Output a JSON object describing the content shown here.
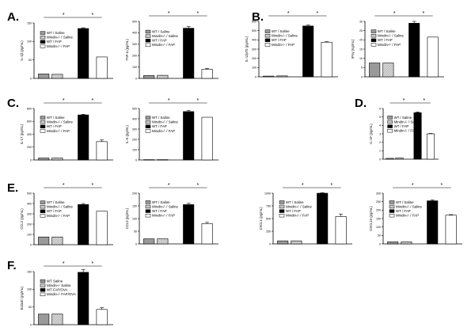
{
  "panel_labels": [
    "A.",
    "B.",
    "C.",
    "D.",
    "E.",
    "F."
  ],
  "significance_mark": "*",
  "colors": {
    "wt_saline": "#9a9a9a",
    "mindin_saline": "#d6d6d6",
    "wt_fap": "#000000",
    "mindin_fap": "#ffffff",
    "axis": "#000000"
  },
  "chart_data": [
    {
      "type": "bar",
      "panel": "A.",
      "ylabel": "IL-1β (pg/mL)",
      "ylim": [
        0,
        150
      ],
      "yticks": [
        0,
        50,
        100,
        150
      ],
      "legend": [
        "WT / Saline",
        "Mindin-/- / Saline",
        "WT / FAP",
        "Mindin-/- / FAP"
      ],
      "values": [
        12,
        11,
        135,
        58
      ],
      "errors": [
        0,
        0,
        2,
        0
      ],
      "comparisons": [
        [
          0,
          2
        ],
        [
          2,
          3
        ]
      ]
    },
    {
      "type": "bar",
      "panel": "A.",
      "ylabel": "TNF-α (pg/mL)",
      "ylim": [
        0,
        500
      ],
      "yticks": [
        0,
        100,
        200,
        300,
        400,
        500
      ],
      "legend": [
        "WT / Saline",
        "Mindin-/- / Saline",
        "WT / FAP",
        "Mindin-/- / FAP"
      ],
      "values": [
        25,
        27,
        440,
        80
      ],
      "errors": [
        0,
        0,
        15,
        8
      ],
      "comparisons": [
        [
          0,
          2
        ],
        [
          2,
          3
        ]
      ]
    },
    {
      "type": "bar",
      "panel": "B.",
      "ylabel": "IL-12p70 (pg/mL)",
      "ylim": [
        0,
        600
      ],
      "yticks": [
        0,
        100,
        200,
        300,
        400,
        500,
        600
      ],
      "legend": [
        "WT / Saline",
        "Mindin-/- / Saline",
        "WT / FAP",
        "Mindin-/- / FAP"
      ],
      "values": [
        8,
        10,
        550,
        375
      ],
      "errors": [
        0,
        0,
        10,
        5
      ],
      "comparisons": [
        [
          0,
          2
        ],
        [
          2,
          3
        ]
      ]
    },
    {
      "type": "bar",
      "panel": "B.",
      "ylabel": "IFNγ (ng/mL)",
      "ylim": [
        0,
        30
      ],
      "yticks": [
        0,
        5,
        10,
        15,
        20,
        25,
        30
      ],
      "legend": [
        "WT / Saline",
        "Mindin-/- / Saline",
        "WT / FAP",
        "Mindin-/- / FAP"
      ],
      "values": [
        7.5,
        7.5,
        29,
        21.5
      ],
      "errors": [
        0,
        0,
        1,
        0
      ],
      "comparisons": [
        [
          0,
          2
        ],
        [
          2,
          3
        ]
      ]
    },
    {
      "type": "bar",
      "panel": "C.",
      "ylabel": "IL-17 (pg/mL)",
      "ylim": [
        0,
        800
      ],
      "yticks": [
        0,
        200,
        400,
        600,
        800
      ],
      "legend": [
        "WT / Saline",
        "Mindin-/- / Saline",
        "WT / FAP",
        "Mindin-/- / FAP"
      ],
      "values": [
        30,
        30,
        700,
        285
      ],
      "errors": [
        0,
        0,
        10,
        25
      ],
      "comparisons": [
        [
          0,
          2
        ],
        [
          2,
          3
        ]
      ]
    },
    {
      "type": "bar",
      "panel": "C.",
      "ylabel": "IL-6 (pg/mL)",
      "ylim": [
        0,
        500
      ],
      "yticks": [
        0,
        100,
        200,
        300,
        400,
        500
      ],
      "legend": [
        "WT / Saline",
        "Mindin-/- / Saline",
        "WT / FAP",
        "Mindin-/- / FAP"
      ],
      "values": [
        3,
        3,
        470,
        415
      ],
      "errors": [
        0,
        0,
        10,
        0
      ],
      "comparisons": [
        [
          0,
          2
        ],
        [
          2,
          3
        ]
      ]
    },
    {
      "type": "bar",
      "panel": "D.",
      "ylabel": "IL-1F (pg/mL)",
      "ylim": [
        0,
        6
      ],
      "yticks": [
        0,
        1,
        2,
        3,
        4,
        5,
        6
      ],
      "legend": [
        "WT / Saline",
        "Mindin-/- / Saline",
        "WT / FAP",
        "Mindin-/- / FAP"
      ],
      "values": [
        0.1,
        0.15,
        5.5,
        3.0
      ],
      "errors": [
        0,
        0,
        0.1,
        0.05
      ],
      "comparisons": [
        [
          0,
          2
        ],
        [
          2,
          3
        ]
      ]
    },
    {
      "type": "bar",
      "panel": "E.",
      "ylabel": "CCL2 (pg/mL)",
      "ylim": [
        0,
        500
      ],
      "yticks": [
        0,
        100,
        200,
        300,
        400,
        500
      ],
      "legend": [
        "WT / Saline",
        "Mindin-/- / Saline",
        "WT / FAP",
        "Mindin-/- / FAP"
      ],
      "values": [
        75,
        75,
        390,
        325
      ],
      "errors": [
        0,
        0,
        10,
        0
      ],
      "comparisons": [
        [
          0,
          2
        ],
        [
          2,
          3
        ]
      ]
    },
    {
      "type": "bar",
      "panel": "E.",
      "ylabel": "CCL3 (pg/mL)",
      "ylim": [
        0,
        200
      ],
      "yticks": [
        0,
        50,
        100,
        150,
        200
      ],
      "legend": [
        "WT / Saline",
        "Mindin-/- / Saline",
        "WT / FAP",
        "Mindin-/- / FAP"
      ],
      "values": [
        20,
        20,
        155,
        80
      ],
      "errors": [
        0,
        0,
        5,
        5
      ],
      "comparisons": [
        [
          0,
          2
        ],
        [
          2,
          3
        ]
      ]
    },
    {
      "type": "bar",
      "panel": "E.",
      "ylabel": "CXCL1 (pg/mL)",
      "ylim": [
        0,
        1000
      ],
      "yticks": [
        0,
        250,
        500,
        750,
        1000
      ],
      "legend": [
        "WT / Saline",
        "Mindin-/- / Saline",
        "WT / FAP",
        "Mindin-/- / FAP"
      ],
      "values": [
        60,
        60,
        1000,
        540
      ],
      "errors": [
        0,
        0,
        10,
        50
      ],
      "comparisons": [
        [
          0,
          2
        ],
        [
          2,
          3
        ]
      ]
    },
    {
      "type": "bar",
      "panel": "E.",
      "ylabel": "CXCL10 (pg/mL)",
      "ylim": [
        0,
        300
      ],
      "yticks": [
        0,
        50,
        100,
        150,
        200,
        250,
        300
      ],
      "legend": [
        "WT / Saline",
        "Mindin-/- / Saline",
        "WT / FAP",
        "Mindin-/- / FAP"
      ],
      "values": [
        12,
        12,
        255,
        170
      ],
      "errors": [
        0,
        0,
        5,
        3
      ],
      "comparisons": [
        [
          0,
          2
        ],
        [
          2,
          3
        ]
      ]
    },
    {
      "type": "bar",
      "panel": "F.",
      "ylabel": "Eotaxin (pg/mL)",
      "ylim": [
        0,
        150
      ],
      "yticks": [
        0,
        50,
        100,
        150
      ],
      "legend": [
        "WT Saline",
        "Mindin-/- Saline",
        "WT FAP/OVA",
        "Mindin-/- FAP/OVA"
      ],
      "values": [
        30,
        30,
        148,
        43
      ],
      "errors": [
        0,
        0,
        8,
        5
      ],
      "comparisons": [
        [
          0,
          2
        ],
        [
          2,
          3
        ]
      ]
    }
  ]
}
